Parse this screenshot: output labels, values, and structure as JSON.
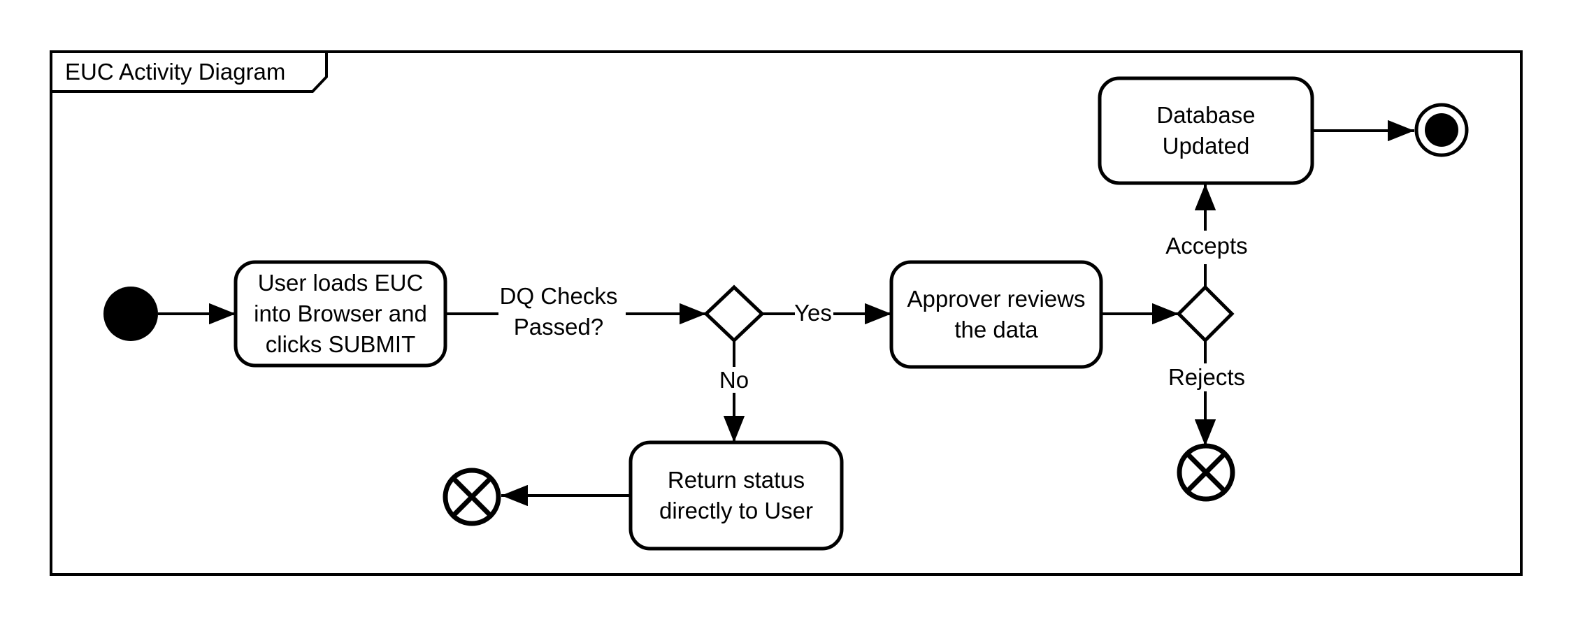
{
  "diagram": {
    "kind": "uml-activity-diagram",
    "frame_title": "EUC Activity Diagram",
    "colors": {
      "stroke": "#000000",
      "fill": "#ffffff"
    },
    "nodes": {
      "start": {
        "type": "initial-node"
      },
      "load_euc": {
        "type": "action",
        "label": "User loads EUC into Browser and clicks SUBMIT"
      },
      "dq_decision": {
        "type": "decision"
      },
      "approver_review": {
        "type": "action",
        "label": "Approver reviews the data"
      },
      "return_status": {
        "type": "action",
        "label": "Return status directly to User"
      },
      "review_decision": {
        "type": "decision"
      },
      "database_updated": {
        "type": "action",
        "label": "Database Updated"
      },
      "status_flow_final": {
        "type": "flow-final"
      },
      "reject_flow_final": {
        "type": "flow-final"
      },
      "end": {
        "type": "activity-final"
      }
    },
    "edges": [
      {
        "from": "start",
        "to": "load_euc",
        "label": ""
      },
      {
        "from": "load_euc",
        "to": "dq_decision",
        "label": "DQ Checks Passed?"
      },
      {
        "from": "dq_decision",
        "to": "approver_review",
        "label": "Yes"
      },
      {
        "from": "dq_decision",
        "to": "return_status",
        "label": "No"
      },
      {
        "from": "return_status",
        "to": "status_flow_final",
        "label": ""
      },
      {
        "from": "approver_review",
        "to": "review_decision",
        "label": ""
      },
      {
        "from": "review_decision",
        "to": "database_updated",
        "label": "Accepts"
      },
      {
        "from": "review_decision",
        "to": "reject_flow_final",
        "label": "Rejects"
      },
      {
        "from": "database_updated",
        "to": "end",
        "label": ""
      }
    ]
  }
}
